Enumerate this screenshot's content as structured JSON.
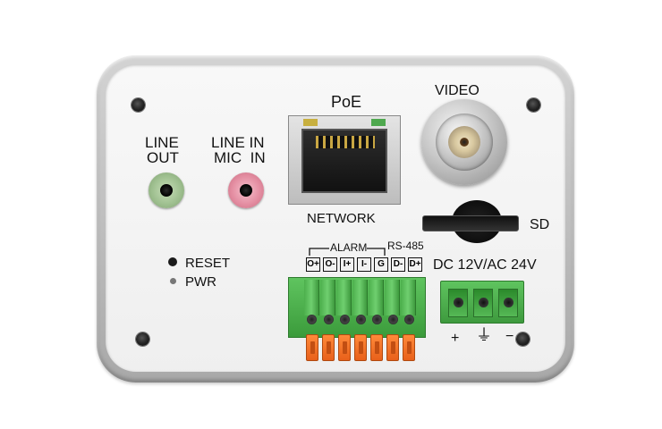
{
  "labels": {
    "video": "VIDEO",
    "poe": "PoE",
    "network": "NETWORK",
    "sd": "SD",
    "line_out_1": "LINE",
    "line_out_2": "OUT",
    "line_in_1": "LINE IN",
    "line_in_2": "MIC  IN",
    "reset": "RESET",
    "pwr": "PWR",
    "alarm": "ALARM",
    "rs485": "RS-485",
    "power": "DC 12V/AC 24V",
    "plus": "+",
    "ground": "⏚",
    "minus": "−"
  },
  "terminal_labels": [
    "O+",
    "O-",
    "I+",
    "I-",
    "G",
    "D-",
    "D+"
  ],
  "colors": {
    "line_out_jack": "#a8c89a",
    "line_in_jack": "#e8a0b0",
    "terminal_green": "#4caf4c",
    "terminal_orange": "#f07020",
    "led_left": "#c8b040",
    "led_right": "#4ea84e"
  }
}
